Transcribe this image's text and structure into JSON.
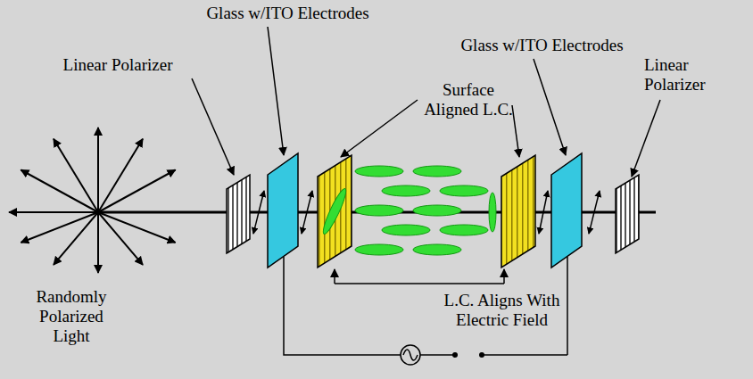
{
  "diagram": {
    "labels": [
      "Glass w/ITO Electrodes",
      "Glass w/ITO Electrodes",
      "Linear Polarizer",
      "Linear Polarizer",
      "Surface Aligned L.C.",
      "Randomly Polarized Light",
      "L.C. Aligns With Electric Field"
    ]
  }
}
